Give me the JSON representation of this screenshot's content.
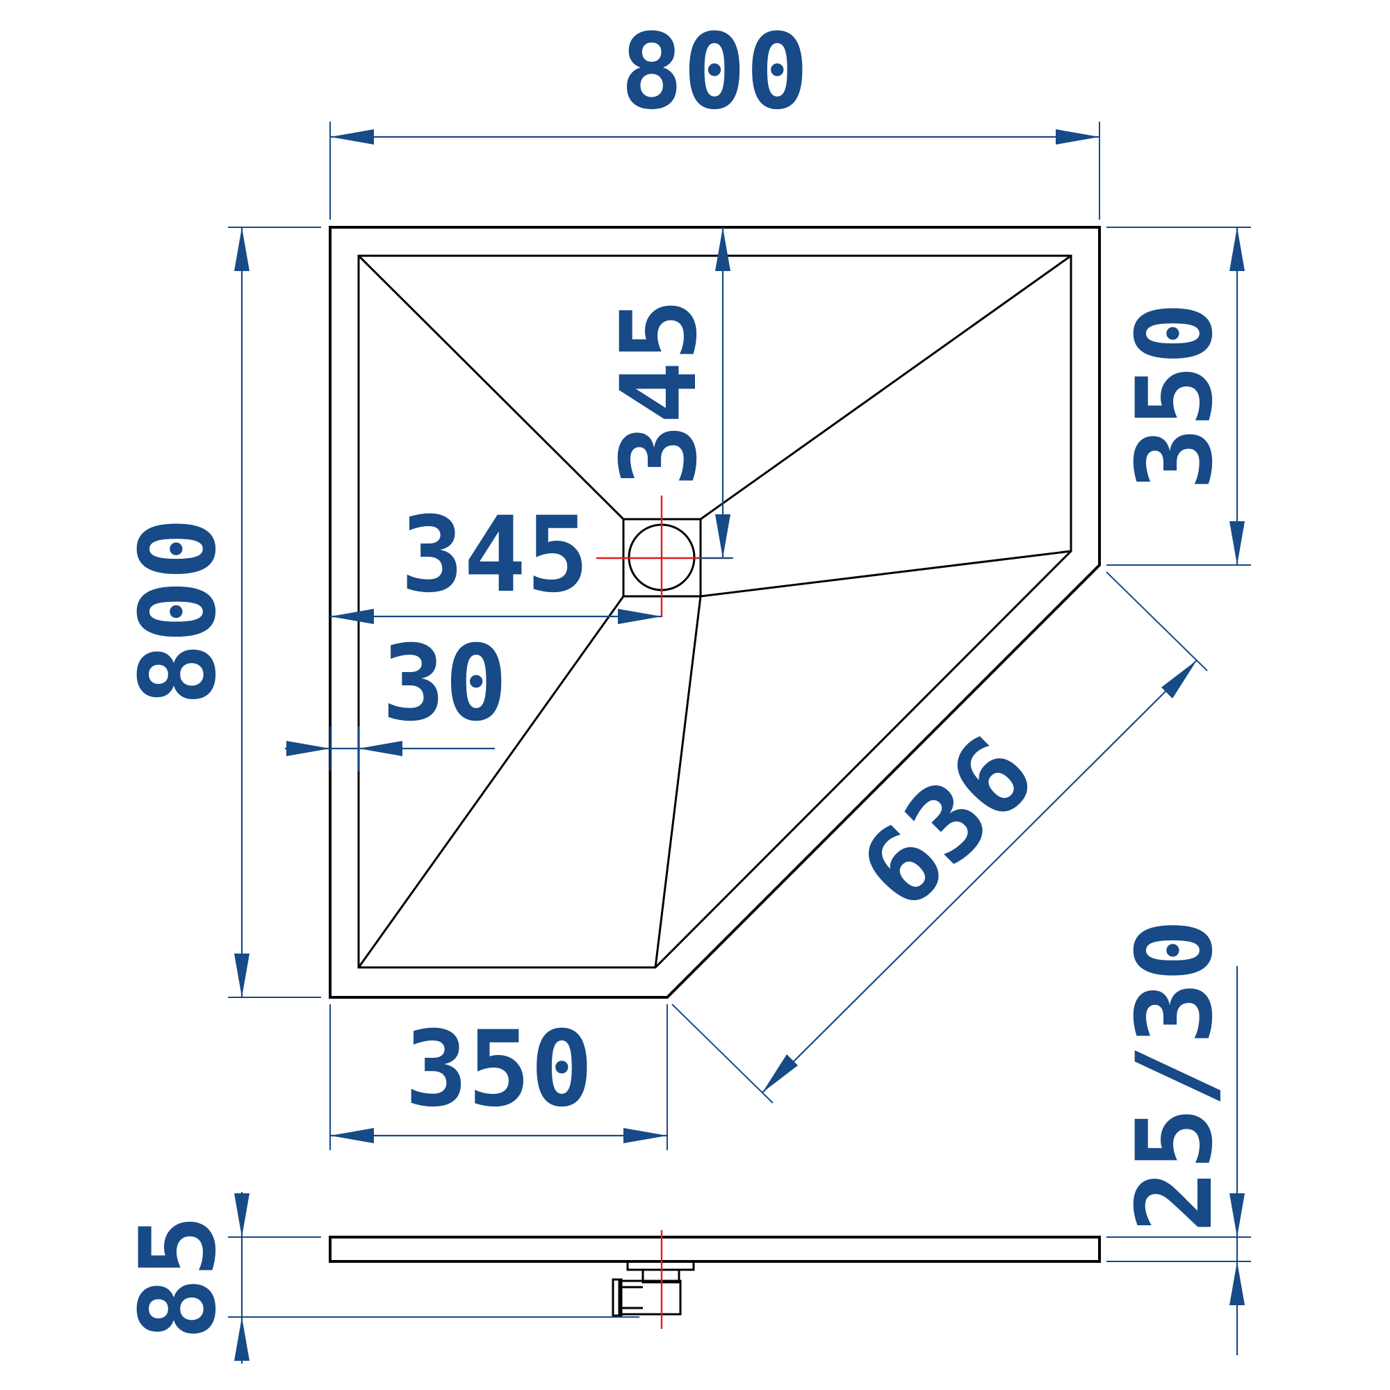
{
  "dimensions": {
    "overall_width": "800",
    "overall_depth": "800",
    "right_side": "350",
    "front_side": "350",
    "diagonal": "636",
    "drain_from_back": "345",
    "drain_from_left": "345",
    "rim_width": "30",
    "tray_height": "85",
    "rim_height": "25/30"
  },
  "colors": {
    "dimension": "#174a86",
    "outline": "#000000",
    "drain_axis": "#e01b1b"
  },
  "icons": [
    "drain-icon",
    "waste-trap-icon"
  ]
}
